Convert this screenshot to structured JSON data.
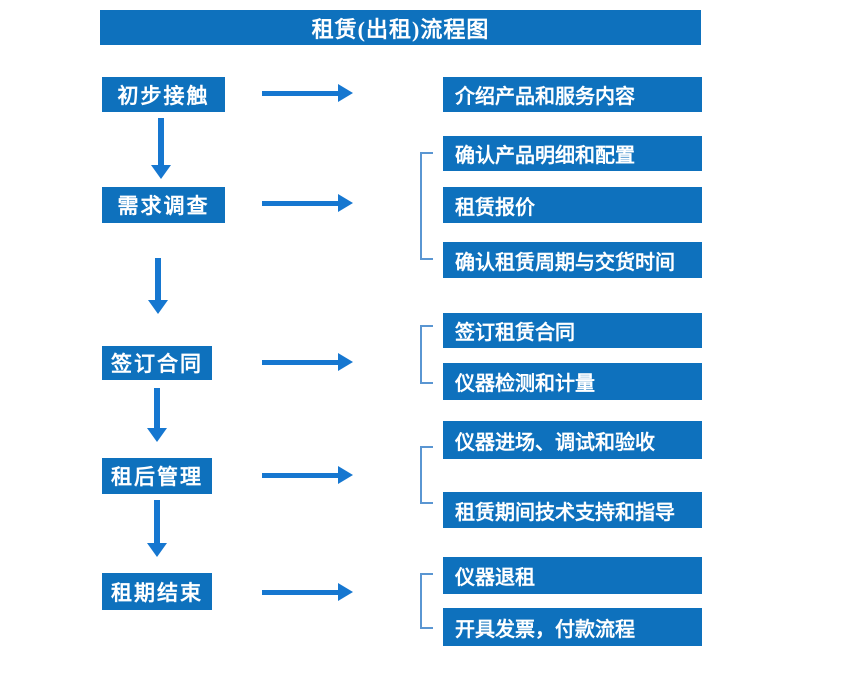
{
  "title": "租赁(出租)流程图",
  "colors": {
    "box_blue": "#0e71bd",
    "arrow_blue": "#1677d0",
    "bracket_blue": "#5a96d2",
    "text_white": "#ffffff",
    "background": "#ffffff"
  },
  "flow": {
    "steps": [
      {
        "label": "初步接触",
        "items": [
          "介绍产品和服务内容"
        ]
      },
      {
        "label": "需求调查",
        "items": [
          "确认产品明细和配置",
          "租赁报价",
          "确认租赁周期与交货时间"
        ]
      },
      {
        "label": "签订合同",
        "items": [
          "签订租赁合同",
          "仪器检测和计量"
        ]
      },
      {
        "label": "租后管理",
        "items": [
          "仪器进场、调试和验收",
          "租赁期间技术支持和指导"
        ]
      },
      {
        "label": "租期结束",
        "items": [
          "仪器退租",
          "开具发票，付款流程"
        ]
      }
    ]
  }
}
